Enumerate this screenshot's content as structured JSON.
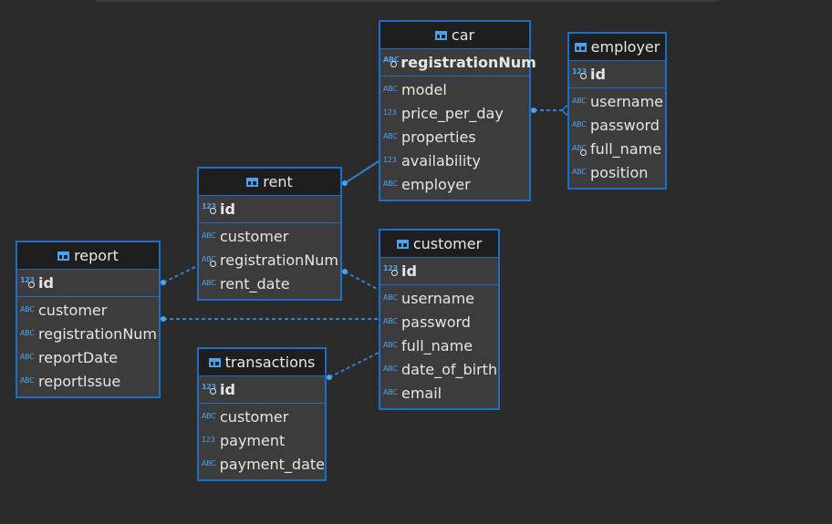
{
  "entities": {
    "car": {
      "name": "car",
      "pk": {
        "label": "registrationNum",
        "type": "ABC"
      },
      "columns": [
        {
          "label": "model",
          "type": "ABC"
        },
        {
          "label": "price_per_day",
          "type": "123"
        },
        {
          "label": "properties",
          "type": "ABC"
        },
        {
          "label": "availability",
          "type": "123"
        },
        {
          "label": "employer",
          "type": "ABC"
        }
      ]
    },
    "employer": {
      "name": "employer",
      "pk": {
        "label": "id",
        "type": "123"
      },
      "columns": [
        {
          "label": "username",
          "type": "ABC"
        },
        {
          "label": "password",
          "type": "ABC"
        },
        {
          "label": "full_name",
          "type": "ABC"
        },
        {
          "label": "position",
          "type": "ABC"
        }
      ]
    },
    "rent": {
      "name": "rent",
      "pk": {
        "label": "id",
        "type": "123"
      },
      "columns": [
        {
          "label": "customer",
          "type": "ABC"
        },
        {
          "label": "registrationNum",
          "type": "ABC"
        },
        {
          "label": "rent_date",
          "type": "ABC"
        }
      ]
    },
    "customer": {
      "name": "customer",
      "pk": {
        "label": "id",
        "type": "123"
      },
      "columns": [
        {
          "label": "username",
          "type": "ABC"
        },
        {
          "label": "password",
          "type": "ABC"
        },
        {
          "label": "full_name",
          "type": "ABC"
        },
        {
          "label": "date_of_birth",
          "type": "ABC"
        },
        {
          "label": "email",
          "type": "ABC"
        }
      ]
    },
    "report": {
      "name": "report",
      "pk": {
        "label": "id",
        "type": "123"
      },
      "columns": [
        {
          "label": "customer",
          "type": "ABC"
        },
        {
          "label": "registrationNum",
          "type": "ABC"
        },
        {
          "label": "reportDate",
          "type": "ABC"
        },
        {
          "label": "reportIssue",
          "type": "ABC"
        }
      ]
    },
    "transactions": {
      "name": "transactions",
      "pk": {
        "label": "id",
        "type": "123"
      },
      "columns": [
        {
          "label": "customer",
          "type": "ABC"
        },
        {
          "label": "payment",
          "type": "123"
        },
        {
          "label": "payment_date",
          "type": "ABC"
        }
      ]
    }
  },
  "colors": {
    "background": "#2b2b2b",
    "entity_border": "#1c6fc9",
    "entity_body": "#3c3c3c",
    "entity_header": "#1e1e1e",
    "link": "#2f7fd0",
    "text": "#e6e6e6"
  }
}
